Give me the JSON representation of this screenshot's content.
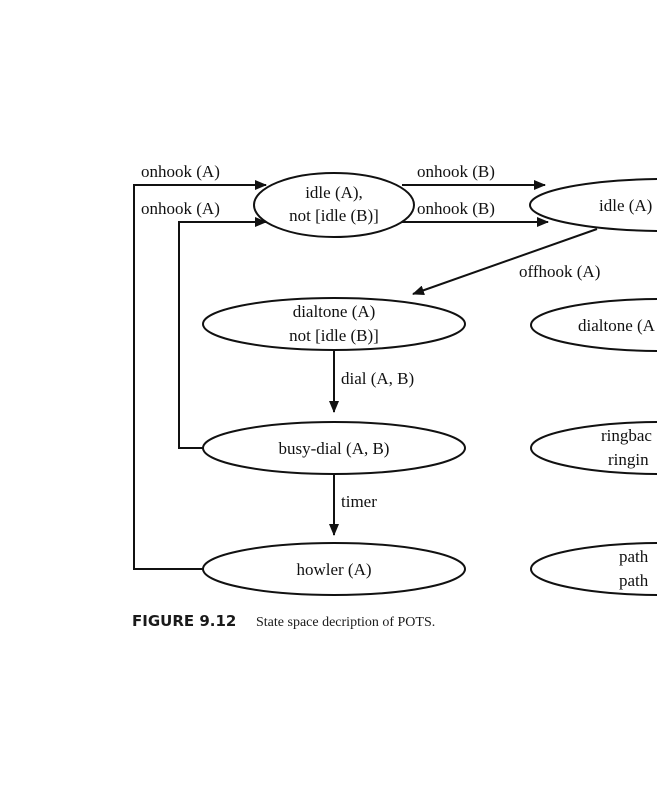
{
  "figure": {
    "caption_number": "FIGURE 9.12",
    "caption_text": "State space decription of POTS."
  },
  "states": {
    "idle_a_not_idle_b": {
      "line1": "idle (A),",
      "line2": "not [idle (B)]"
    },
    "idle_a_right": {
      "line1": "idle (A)"
    },
    "dialtone_a_not_idle_b": {
      "line1": "dialtone (A)",
      "line2": "not [idle (B)]"
    },
    "dialtone_a_right": {
      "line1": "dialtone (A"
    },
    "busy_dial": {
      "line1": "busy-dial (A, B)"
    },
    "ringback_right": {
      "line1": "ringbac",
      "line2": "ringin"
    },
    "howler": {
      "line1": "howler (A)"
    },
    "path_right": {
      "line1": "path",
      "line2": "path"
    }
  },
  "transitions": {
    "onhook_a_from_howler": "onhook (A)",
    "onhook_a_from_busy": "onhook (A)",
    "onhook_b_upper": "onhook (B)",
    "onhook_b_lower": "onhook (B)",
    "offhook_a": "offhook (A)",
    "dial_a_b": "dial (A, B)",
    "timer": "timer"
  }
}
